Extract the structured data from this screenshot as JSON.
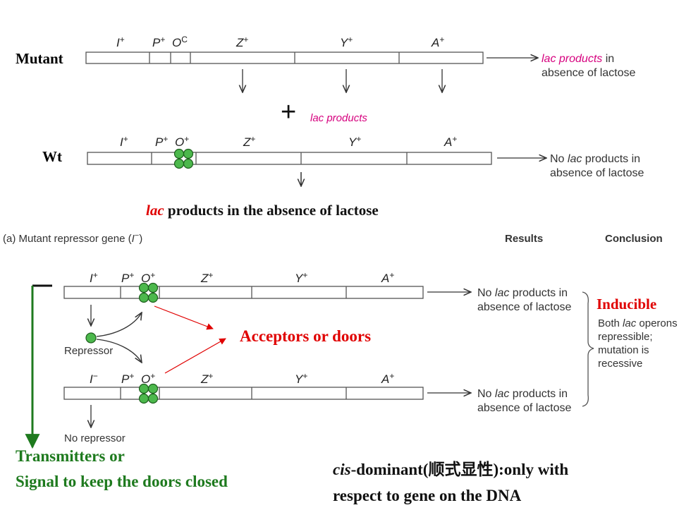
{
  "colors": {
    "red": "#e00000",
    "magenta": "#d6007e",
    "green": "#1e7a1e",
    "operator_green": "#4cb84c",
    "gene_outline": "#555555"
  },
  "top": {
    "mutant_label": "Mutant",
    "mutant_genes": {
      "i": "I",
      "p": "P",
      "o": "O",
      "o_sup": "C",
      "z": "Z",
      "y": "Y",
      "a": "A",
      "plus": "+"
    },
    "mutant_result_colored": "lac products",
    "mutant_result_rest": " in",
    "mutant_result_line2": "absence of lactose",
    "plus_sign": "+",
    "lac_products_label": "lac products",
    "wt_label": "Wt",
    "wt_genes": {
      "i": "I",
      "p": "P",
      "o": "O",
      "z": "Z",
      "y": "Y",
      "a": "A",
      "plus": "+"
    },
    "wt_result_line1_a": "No ",
    "wt_result_line1_lac": "lac",
    "wt_result_line1_b": " products in",
    "wt_result_line2": "absence of lactose",
    "conclusion_lac": "lac",
    "conclusion_rest": " products in the absence of lactose"
  },
  "bottom": {
    "section_label_a": "(a) Mutant repressor gene (",
    "section_label_i": "I",
    "section_label_sup": "−",
    "section_label_b": ")",
    "results_header": "Results",
    "conclusion_header": "Conclusion",
    "row1_genes": {
      "i": "I",
      "i_sup": "+",
      "p": "P",
      "o": "O",
      "z": "Z",
      "y": "Y",
      "a": "A",
      "plus": "+"
    },
    "row2_genes": {
      "i": "I",
      "i_sup": "−",
      "p": "P",
      "o": "O",
      "z": "Z",
      "y": "Y",
      "a": "A",
      "plus": "+"
    },
    "result1_a": "No ",
    "result1_lac": "lac",
    "result1_b": " products in",
    "result1_line2": "absence of lactose",
    "result2_a": "No ",
    "result2_lac": "lac",
    "result2_b": " products in",
    "result2_line2": "absence of lactose",
    "inducible": "Inducible",
    "conclusion_line1_a": "Both ",
    "conclusion_line1_lac": "lac",
    "conclusion_line1_b": " operons",
    "conclusion_line2": "repressible;",
    "conclusion_line3": "mutation is",
    "conclusion_line4": "recessive",
    "repressor_label": "Repressor",
    "no_repressor_label": "No repressor",
    "acceptors_label": "Acceptors or doors",
    "transmitters_line1": "Transmitters or",
    "transmitters_line2": "Signal to keep the doors closed",
    "cis_italic": "cis",
    "cis_line1_rest": "-dominant(顺式显性):only with",
    "cis_line2": "respect to gene on the DNA"
  }
}
